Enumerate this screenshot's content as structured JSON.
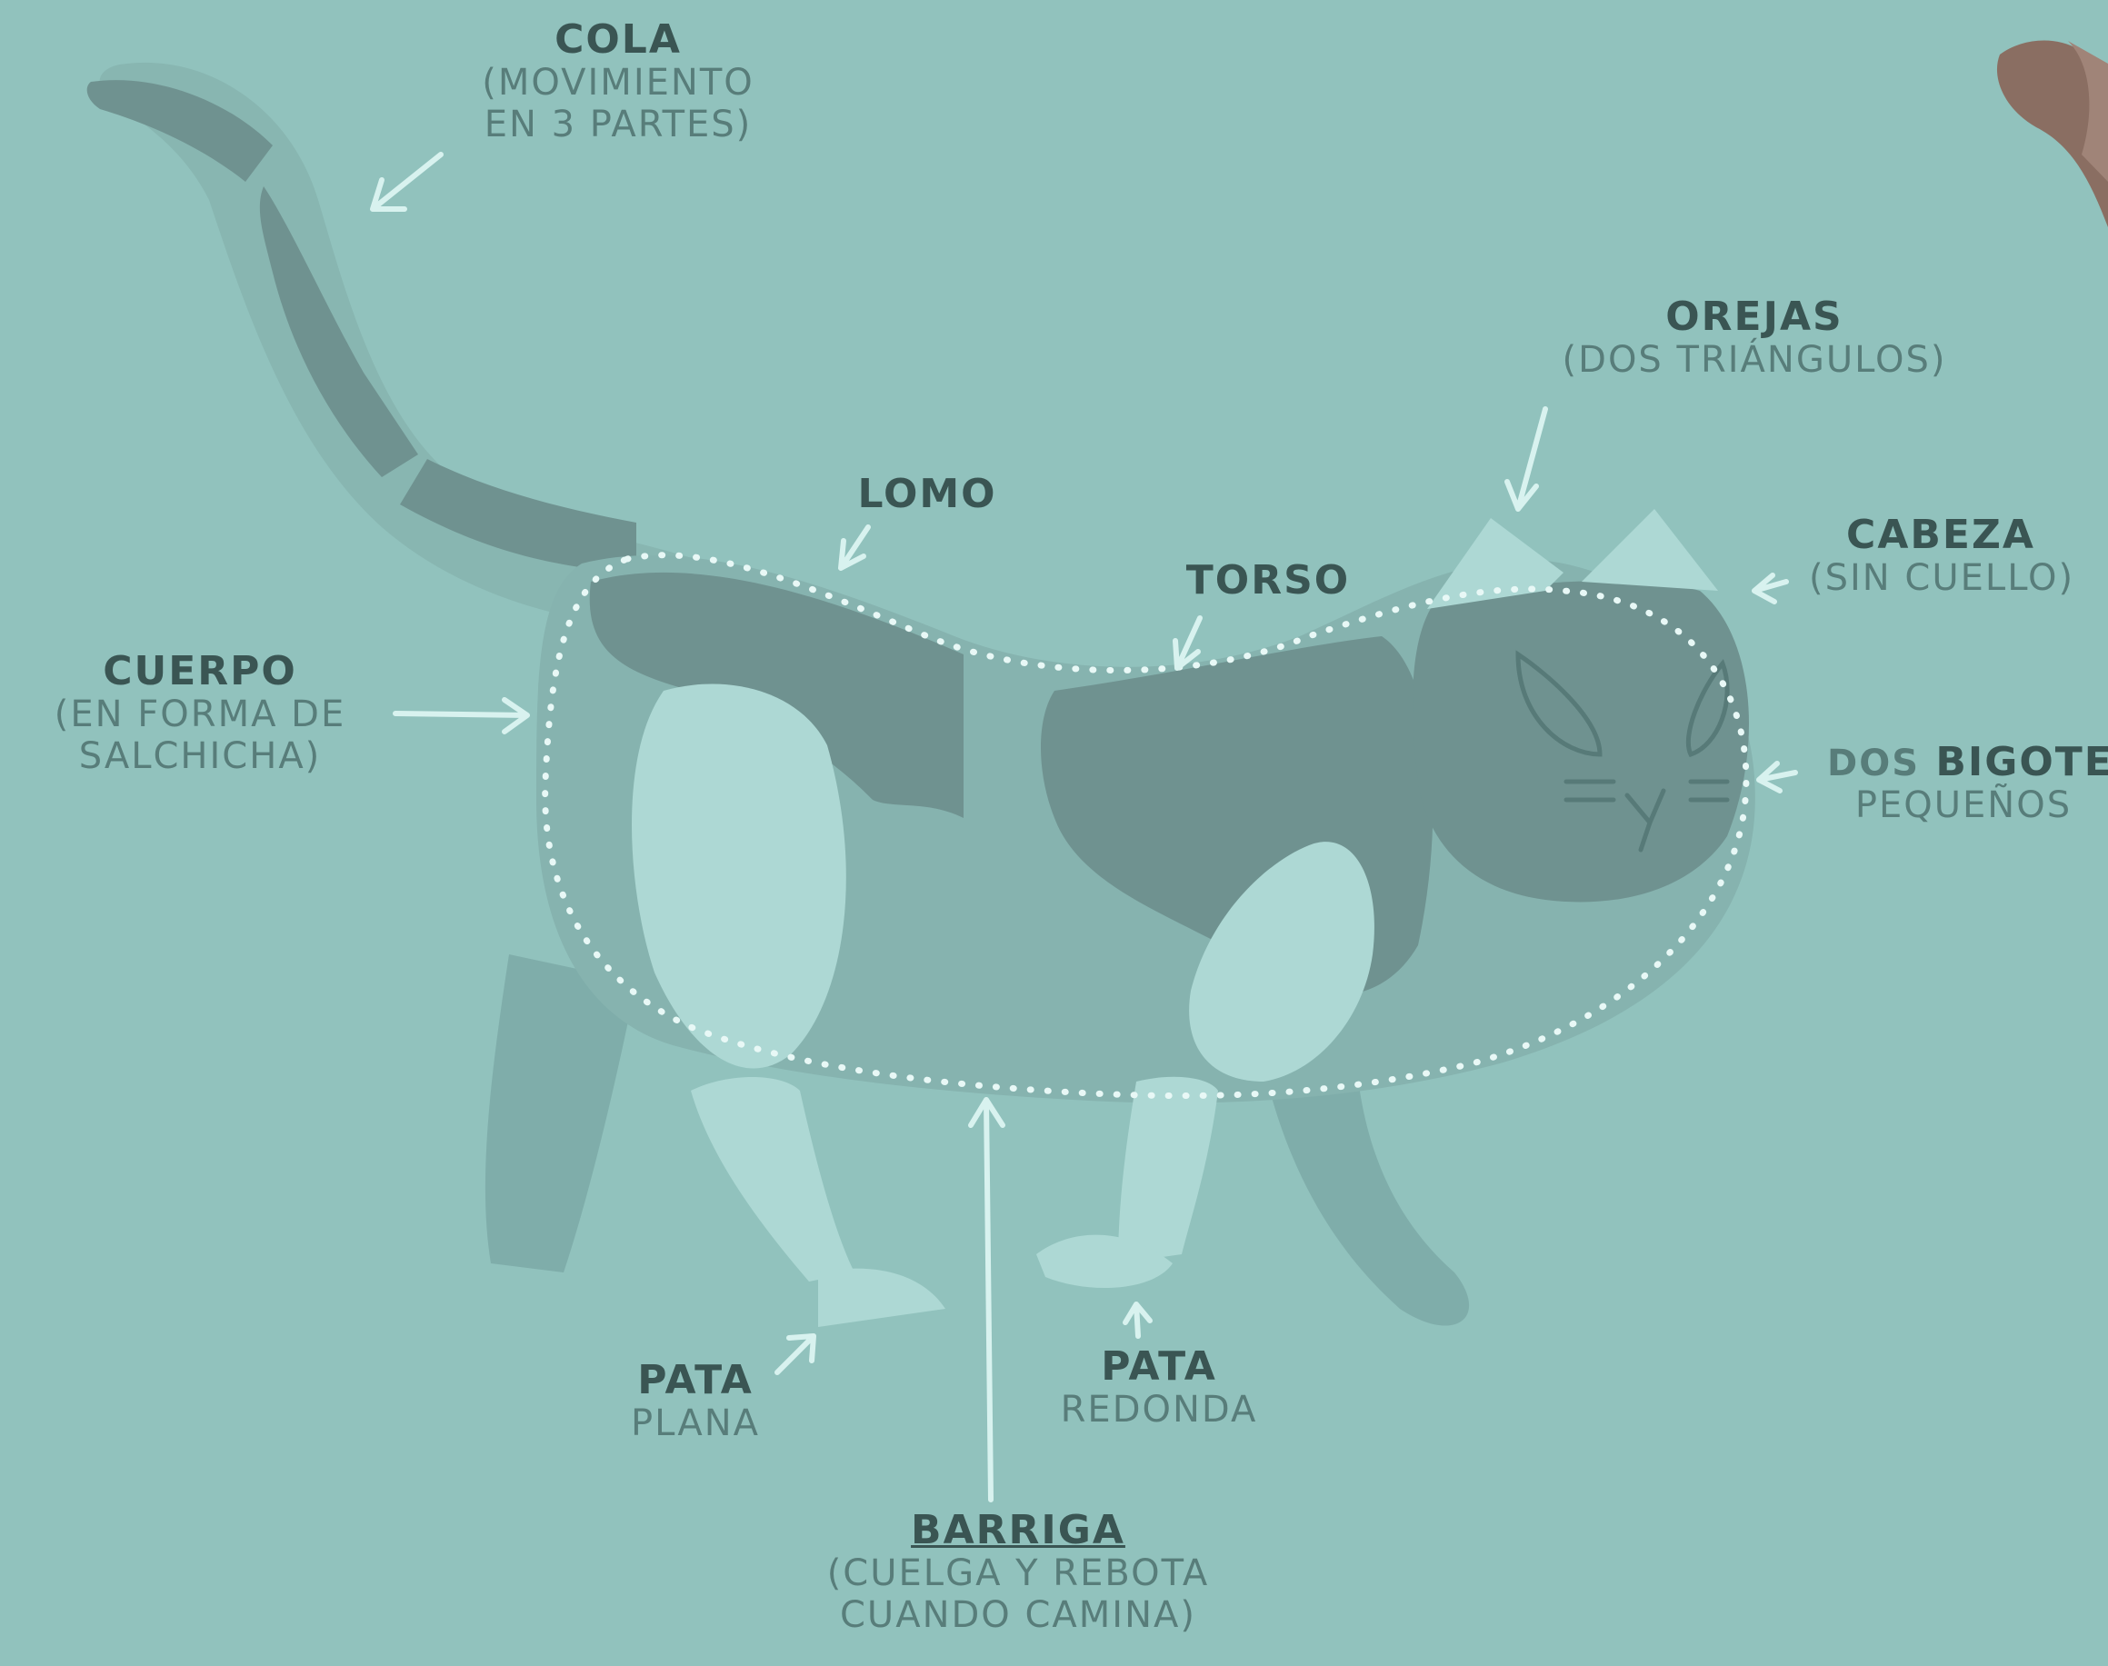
{
  "labels": {
    "cola": {
      "title": "COLA",
      "sub": [
        "(MOVIMIENTO",
        "EN 3 PARTES)"
      ]
    },
    "orejas": {
      "title": "OREJAS",
      "sub": [
        "(DOS TRIÁNGULOS)"
      ]
    },
    "lomo": {
      "title": "LOMO"
    },
    "torso": {
      "title": "TORSO"
    },
    "cabeza": {
      "title": "CABEZA",
      "sub": [
        "(SIN CUELLO)"
      ]
    },
    "cuerpo": {
      "title": "CUERPO",
      "sub": [
        "(EN FORMA DE",
        "SALCHICHA)"
      ]
    },
    "bigotes": {
      "title_a": "DOS",
      "title_b": "BIGOTES",
      "sub": [
        "PEQUEÑOS"
      ]
    },
    "pata_plana": {
      "title": "PATA",
      "sub": [
        "PLANA"
      ]
    },
    "pata_redonda": {
      "title": "PATA",
      "sub": [
        "REDONDA"
      ]
    },
    "barriga": {
      "title": "BARRIGA",
      "sub": [
        "(CUELGA Y REBOTA",
        "CUANDO CAMINA)"
      ]
    }
  },
  "colors": {
    "background": "#91c2bd",
    "body": "#7fadaa",
    "dark_patch": "#6f9290",
    "light_patch": "#add8d4",
    "arrow": "#d8f2ef",
    "dots": "#e8f8f6",
    "outline": "#577a78",
    "corner_tail": "#8a6e62"
  }
}
